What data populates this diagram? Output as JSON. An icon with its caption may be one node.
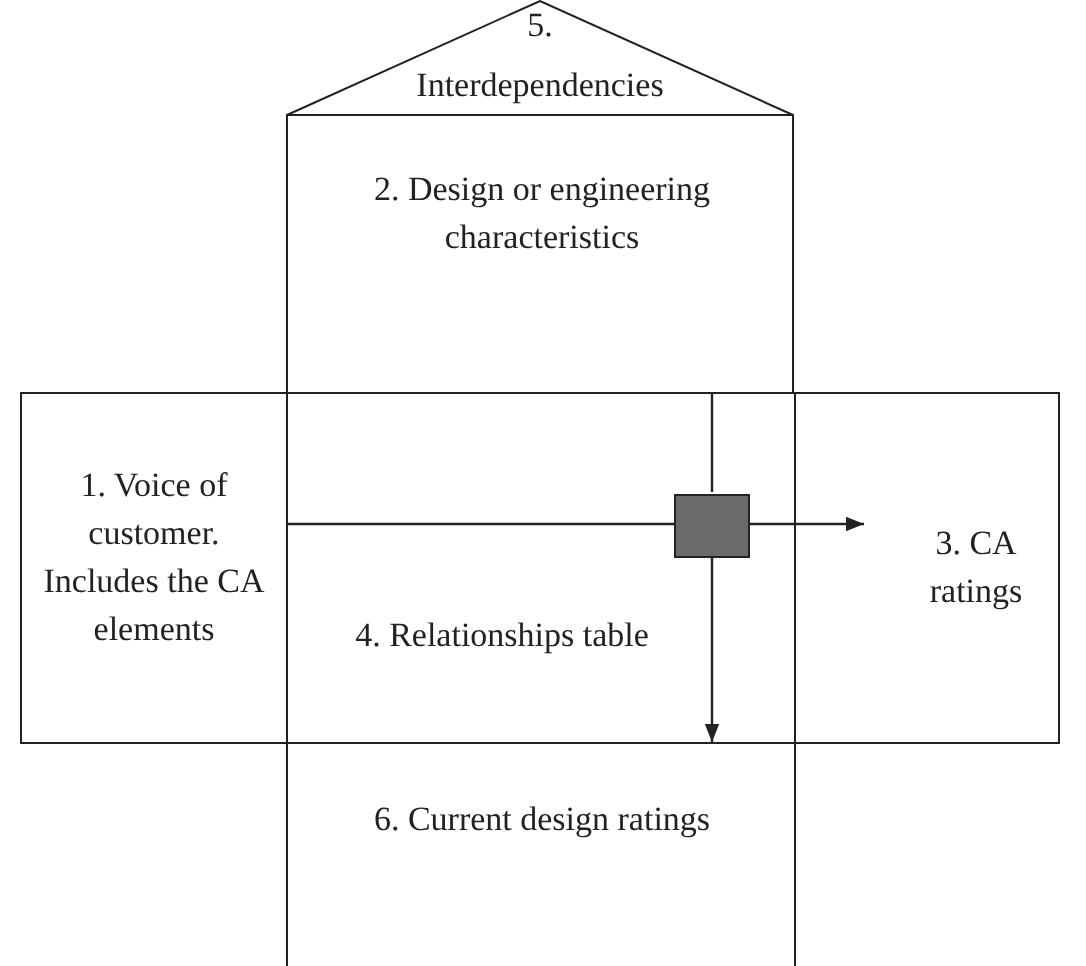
{
  "diagram": {
    "nodes": [
      {
        "text": [
          "5. Interdependencies"
        ]
      },
      {
        "text": [
          "2. Design or engineering characteristics"
        ]
      },
      {
        "text": [
          "1. Voice of customer. Includes the CA elements"
        ]
      },
      {
        "text": [
          "4. Relationships table"
        ]
      },
      {
        "text": [
          "3. CA ratings"
        ]
      },
      {
        "text": [
          "6. Current design ratings"
        ]
      },
      {
        "text": [],
        "shape": "box",
        "in": 3
      }
    ],
    "edges": [
      {
        "from": 2,
        "to": 6,
        "arrow": "none"
      },
      {
        "from": 6,
        "to": 4,
        "arrow": "to"
      },
      {
        "from": 1,
        "to": 6,
        "arrow": "none"
      },
      {
        "from": 6,
        "to": 5,
        "arrow": "to"
      }
    ]
  }
}
